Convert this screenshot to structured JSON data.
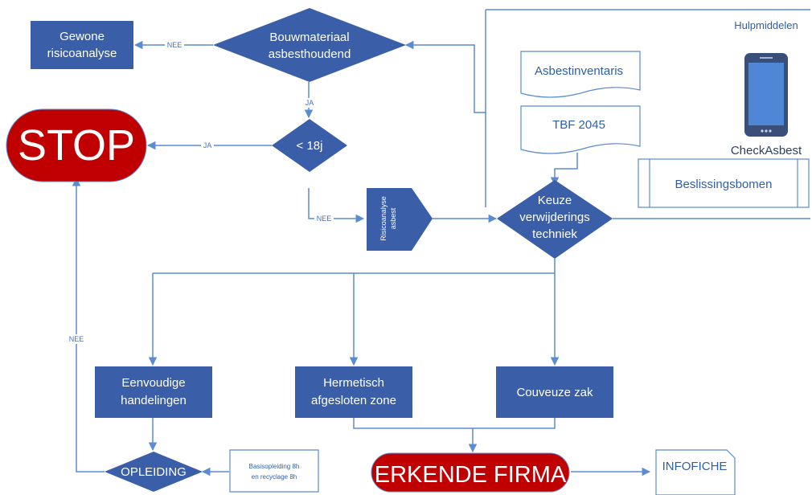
{
  "colors": {
    "process": "#3b5ea8",
    "stop": "#c00000",
    "connector": "#5b8bd0",
    "document_text": "#2e5fa6"
  },
  "nodes": {
    "gewone_line1": "Gewone",
    "gewone_line2": "risicoanalyse",
    "bouw_line1": "Bouwmateriaal",
    "bouw_line2": "asbesthoudend",
    "stop": "STOP",
    "lt18": "< 18j",
    "risico_line1": "Risicoanalyse",
    "risico_line2": "asbest",
    "keuze_line1": "Keuze",
    "keuze_line2": "verwijderings",
    "keuze_line3": "techniek",
    "eenvoudig_line1": "Eenvoudige",
    "eenvoudig_line2": "handelingen",
    "hermetisch_line1": "Hermetisch",
    "hermetisch_line2": "afgesloten zone",
    "couveuze": "Couveuze zak",
    "opleiding": "OPLEIDING",
    "basis_line1": "Basisopleiding 8h",
    "basis_line2": "en recyclage 8h",
    "erkende": "ERKENDE FIRMA",
    "infofiche": "INFOFICHE"
  },
  "hulpmiddelen": {
    "title": "Hulpmiddelen",
    "inventaris": "Asbestinventaris",
    "tbf": "TBF 2045",
    "checkasbest": "CheckAsbest",
    "beslissingsbomen": "Beslissingsbomen"
  },
  "edge_labels": {
    "nee_top": "NEE",
    "ja_down": "JA",
    "ja_stop": "JA",
    "nee_risico": "NEE",
    "nee_loop": "NEE"
  },
  "icons": {
    "phone": "smartphone-icon"
  }
}
